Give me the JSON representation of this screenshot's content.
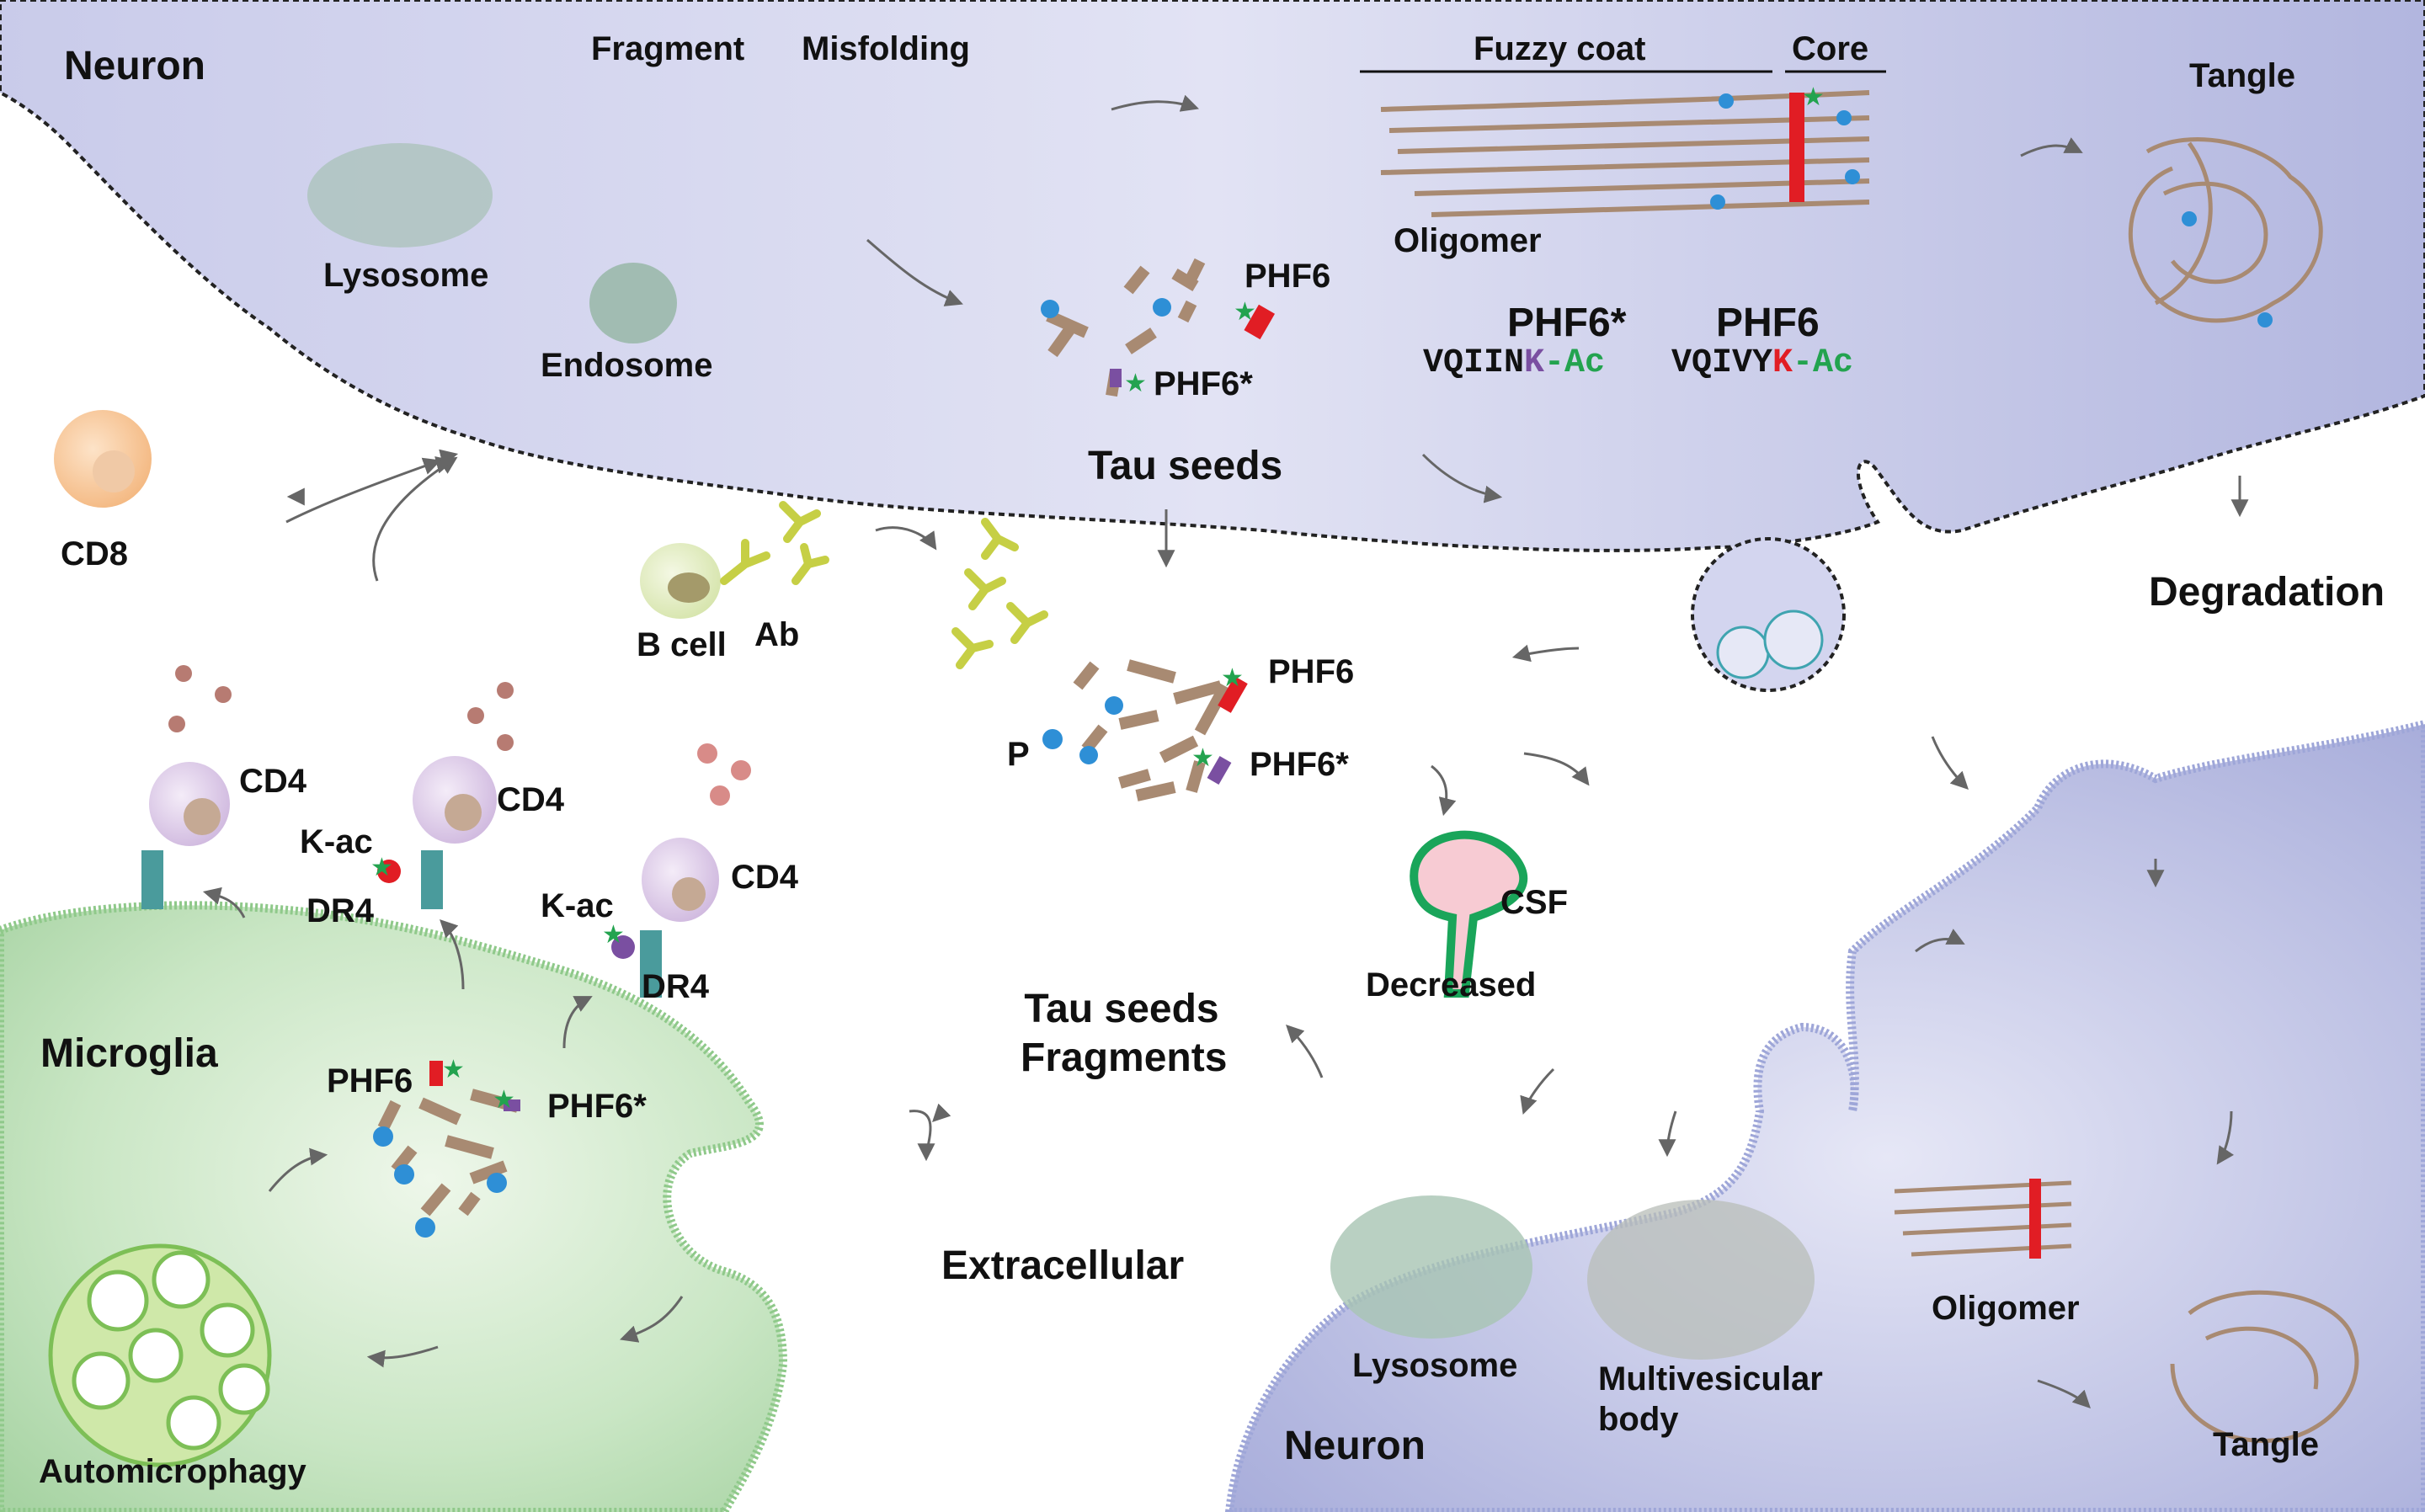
{
  "colors": {
    "neuron_fill": "#c3c6e6",
    "microglia_fill": "#b7dcb6",
    "tau_strand": "#a88a72",
    "phosphate": "#2e8fd6",
    "acetyl_star": "#23a34f",
    "phf6_core": "#e11d24",
    "phf6_star_motif": "#7a4fa1",
    "antibody": "#c6cf45",
    "cd8_cell": "#f6c08e",
    "cd4_cell": "#d9c4e6",
    "bcell": "#dde9b7",
    "csf_brain": "#1aa55a",
    "cytokine": "#b77b72"
  },
  "neuron_top": {
    "title": "Neuron",
    "fragment": "Fragment",
    "misfolding": "Misfolding",
    "fuzzy_coat": "Fuzzy coat",
    "core": "Core",
    "tangle": "Tangle",
    "lysosome": "Lysosome",
    "endosome": "Endosome",
    "oligomer": "Oligomer",
    "phf6_star_label": "PHF6*",
    "phf6_label": "PHF6",
    "seq_star_prefix": "VQIIN",
    "seq_k": "K",
    "seq_ac": "-Ac",
    "seq_phf6_prefix": "VQIVY",
    "seeds_phf6": "PHF6",
    "seeds_phf6_star": "PHF6*",
    "tau_seeds": "Tau seeds",
    "degradation": "Degradation"
  },
  "immune": {
    "cd8": "CD8",
    "b_cell": "B cell",
    "ab": "Ab",
    "cd4_1": "CD4",
    "cd4_2": "CD4",
    "cd4_3": "CD4",
    "kac_1": "K-ac",
    "kac_2": "K-ac",
    "dr4_1": "DR4",
    "dr4_2": "DR4"
  },
  "extracellular": {
    "phf6": "PHF6",
    "p": "P",
    "phf6_star": "PHF6*",
    "seeds_line1": "Tau seeds",
    "seeds_line2": "Fragments",
    "csf": "CSF",
    "decreased": "Decreased",
    "extracellular": "Extracellular"
  },
  "microglia": {
    "title": "Microglia",
    "phf6": "PHF6",
    "phf6_star": "PHF6*",
    "automicrophagy": "Automicrophagy"
  },
  "neuron_bottom": {
    "title": "Neuron",
    "lysosome": "Lysosome",
    "mvb_line1": "Multivesicular",
    "mvb_line2": "body",
    "oligomer": "Oligomer",
    "tangle": "Tangle"
  }
}
